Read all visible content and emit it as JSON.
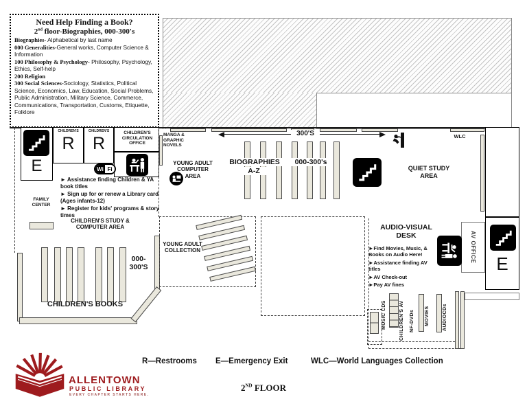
{
  "info_box": {
    "title": "Need Help Finding a Book?",
    "subtitle_prefix": "2",
    "subtitle_sup": "nd",
    "subtitle_rest": " floor-Biographies, 000-300's",
    "items": [
      {
        "term": "Biographies-",
        "desc": " Alphabetical by last name"
      },
      {
        "term": "000 Generalities-",
        "desc": "General works, Computer Science & Information"
      },
      {
        "term": "100 Philosophy & Psychology-",
        "desc": " Philosophy, Psychology, Ethics, Self-help"
      },
      {
        "term": "200 Religion",
        "desc": ""
      },
      {
        "term": "300 Social Sciences-",
        "desc": "Sociology, Statistics, Political Science, Economics, Law, Education, Social Problems, Public Administration, Military Science, Commerce, Communications, Transportation, Customs, Etiquette, Folklore"
      }
    ]
  },
  "rooms": {
    "emergency_exit": "E",
    "restroom": "R",
    "childrens_small": "CHILDREN'S",
    "circulation_office": "CHILDREN'S CIRCULATION OFFICE",
    "family_center": "FAMILY CENTER",
    "quiet_study": "QUIET STUDY AREA",
    "av_office": "AV OFFICE",
    "wlc": "WLC"
  },
  "areas": {
    "manga": "MANGA & GRAPHIC NOVELS",
    "ya_computer": "YOUNG ADULT COMPUTER AREA",
    "ya_collection": "YOUNG ADULT COLLECTION",
    "childrens_study": "CHILDREN'S STUDY & COMPUTER AREA",
    "childrens_books": "CHILDREN'S BOOKS",
    "childrens_range": "000- 300'S",
    "biographies": "BIOGRAPHIES",
    "biographies_sub": "A-Z",
    "bio_range": "000-300's",
    "arrow_label": "300'S",
    "av_desk": "AUDIO-VISUAL DESK"
  },
  "children_services": [
    "► Assistance finding Children & YA book titles",
    "► Sign up for or renew a Library card (Ages infants-12)",
    "► Register for kids' programs & story times"
  ],
  "av_services": [
    "►Find Movies, Music, & Books on Audio Here!",
    "►Assistance finding AV titles",
    "►AV Check-out",
    "►Pay AV fines"
  ],
  "av_shelves": [
    "MUSIC CDS",
    "CHILDREN'S AV",
    "NF-DVDs",
    "MOVIES",
    "AUDIOCDs"
  ],
  "wifi": {
    "left": "Wi",
    "right": "Fi"
  },
  "legend": {
    "r": "R—Restrooms",
    "e": "E—Emergency Exit",
    "wlc": "WLC—World Languages Collection"
  },
  "floor": {
    "prefix": "2",
    "sup": "ND",
    "rest": " FLOOR"
  },
  "logo": {
    "name": "ALLENTOWN",
    "sub": "PUBLIC LIBRARY",
    "tagline": "EVERY CHAPTER STARTS HERE.",
    "color": "#9e1b1e"
  },
  "colors": {
    "shelf": "#eae8dd",
    "hatch_line": "#c3c3c3",
    "logo_red": "#9e1b1e"
  }
}
